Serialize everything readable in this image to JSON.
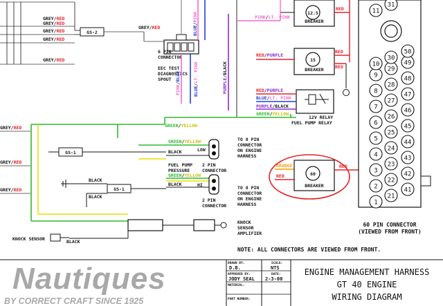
{
  "wires": {
    "grey": "GREY",
    "red": "RED",
    "pink": "PINK",
    "lt_pink": "LT. PINK",
    "blue": "BLUE",
    "black": "BLACK",
    "purple": "PURPLE",
    "green": "GREEN",
    "yellow": "YELLOW",
    "orange": "ORANGE",
    "slash": "/"
  },
  "components": {
    "gs2": "GS-2",
    "gs1": "GS-1",
    "six_pin_line1": "6 PIN",
    "six_pin_line2": "CONNECTOR",
    "eec_line1": "EEC TEST",
    "eec_line2": "DIAGNOSTICS",
    "eec_line3": "SPOUT",
    "breaker_12_5": "12.5",
    "breaker_15": "15",
    "breaker_60": "60",
    "breaker": "BREAKER",
    "relay_line1": "12V RELAY",
    "relay_line2": "FUEL PUMP RELAY",
    "low": "LOW",
    "hi": "HI",
    "fuel_pump_line1": "FUEL PUMP",
    "fuel_pump_line2": "PRESSURE",
    "two_pin_line1": "2 PIN",
    "two_pin_line2": "CONNECTOR",
    "to_8pin_line1": "TO 8 PIN",
    "to_8pin_line2": "CONNECTOR",
    "to_8pin_line3": "ON ENGINE",
    "to_8pin_line4": "HARNESS",
    "knock_sensor": "KNOCK SENSOR",
    "knock_amp_line1": "KNOCK",
    "knock_amp_line2": "SENSOR",
    "knock_amp_line3": "AMPLIFIER",
    "sixty_pin_line1": "60 PIN CONNECTOR",
    "sixty_pin_line2": "(VIEWED FROM FRONT)"
  },
  "pins": [
    "1",
    "2",
    "3",
    "4",
    "5",
    "6",
    "7",
    "8",
    "9",
    "10",
    "11",
    "21",
    "22",
    "23",
    "24",
    "25",
    "26",
    "27",
    "28",
    "29",
    "30",
    "31",
    "41",
    "42",
    "43",
    "44",
    "45",
    "46",
    "47",
    "48",
    "49",
    "50"
  ],
  "note": "NOTE: ALL CONNECTORS ARE VIEWED FROM FRONT.",
  "title_block": {
    "logo": "Nautiques",
    "tagline": "BY CORRECT CRAFT SINCE 1925",
    "drawn_by_label": "DRAWN BY:",
    "drawn_by": "D.B.",
    "scale_label": "SCALE:",
    "scale": "NTS",
    "approved_label": "APPROVED BY:",
    "approved": "JODY SEAL",
    "date_label": "DATE:",
    "date": "2-3-00",
    "material_label": "MATERIAL:",
    "part_label": "PART NUMBER:",
    "title_line1": "ENGINE MANAGEMENT HARNESS",
    "title_line2": "GT 40 ENGINE",
    "title_line3": "WIRING DIAGRAM"
  },
  "colors": {
    "grey": "#9a9a9a",
    "red": "#e8202a",
    "pink": "#f06bd0",
    "lt_pink": "#ffb6e6",
    "blue": "#2040d0",
    "purple": "#8a2ad0",
    "green": "#2fb82f",
    "yellow": "#e6e000",
    "orange": "#ff9a00",
    "callout": "#e02020",
    "logo": "#a8a8a8"
  }
}
